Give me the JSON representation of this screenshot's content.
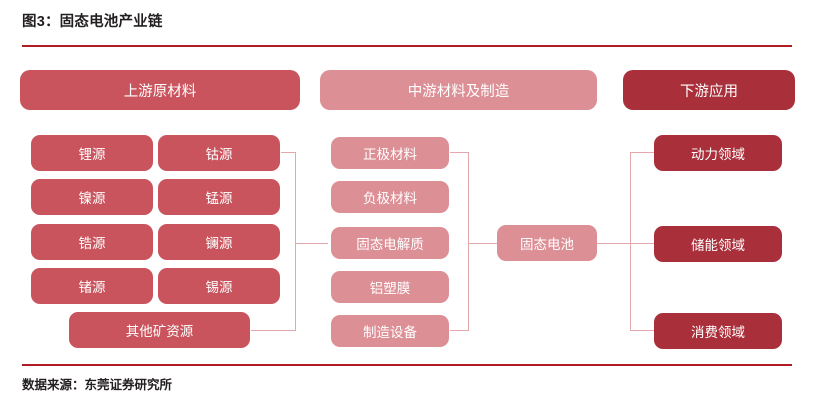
{
  "figure": {
    "title": "图3：固态电池产业链",
    "source": "数据来源：东莞证券研究所"
  },
  "colors": {
    "upstream": "#c9545d",
    "midstream": "#dd8f96",
    "downstream": "#a92f3a",
    "rule": "#b01c24",
    "connector": "#e3a7ac",
    "text": "#ffffff"
  },
  "headers": {
    "upstream": "上游原材料",
    "midstream": "中游材料及制造",
    "downstream": "下游应用"
  },
  "upstream": {
    "rows": [
      [
        "锂源",
        "钴源"
      ],
      [
        "镍源",
        "锰源"
      ],
      [
        "锆源",
        "镧源"
      ],
      [
        "锗源",
        "锡源"
      ]
    ],
    "wide": "其他矿资源"
  },
  "midstream": {
    "items": [
      "正极材料",
      "负极材料",
      "固态电解质",
      "铝塑膜",
      "制造设备"
    ]
  },
  "core": {
    "label": "固态电池"
  },
  "downstream": {
    "items": [
      "动力领域",
      "储能领域",
      "消费领域"
    ]
  }
}
